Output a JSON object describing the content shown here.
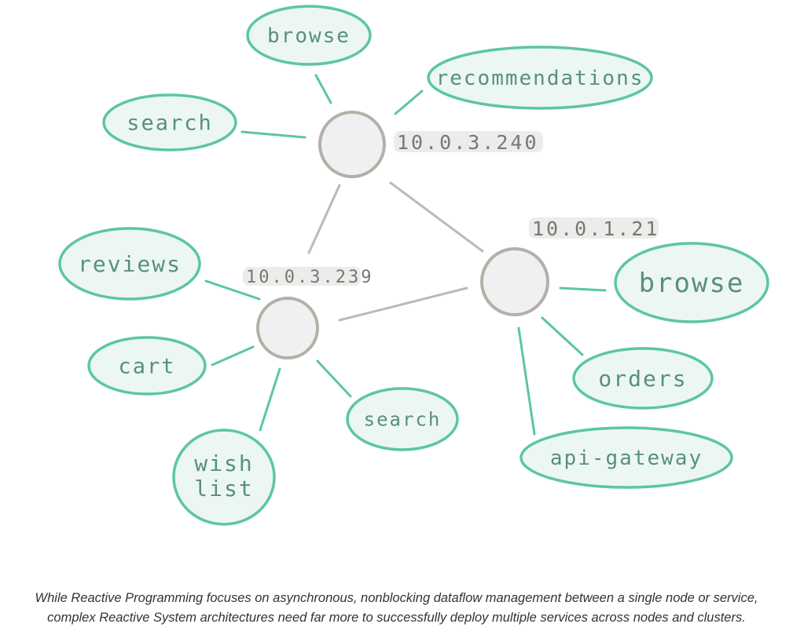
{
  "colors": {
    "service_stroke": "#5dc5a6",
    "service_fill": "#ecf7f3",
    "service_text": "#5a8f7d",
    "node_stroke": "#b4b0a8",
    "node_fill": "#f1f0f0",
    "link": "#bdbab4",
    "ip_text": "#7a7772",
    "ip_shadow": "#e7e6e4"
  },
  "nodes": [
    {
      "id": "n240",
      "ip": "10.0.3.240"
    },
    {
      "id": "n239",
      "ip": "10.0.3.239"
    },
    {
      "id": "n21",
      "ip": "10.0.1.21"
    }
  ],
  "node_links": [
    {
      "from": "n240",
      "to": "n239"
    },
    {
      "from": "n240",
      "to": "n21"
    },
    {
      "from": "n239",
      "to": "n21"
    }
  ],
  "services": [
    {
      "id": "browse-240",
      "label": "browse",
      "node": "n240"
    },
    {
      "id": "recommendations-240",
      "label": "recommendations",
      "node": "n240"
    },
    {
      "id": "search-240",
      "label": "search",
      "node": "n240"
    },
    {
      "id": "reviews-239",
      "label": "reviews",
      "node": "n239"
    },
    {
      "id": "cart-239",
      "label": "cart",
      "node": "n239"
    },
    {
      "id": "wishlist-239",
      "label": "wish list",
      "node": "n239"
    },
    {
      "id": "search-239",
      "label": "search",
      "node": "n239"
    },
    {
      "id": "browse-21",
      "label": "browse",
      "node": "n21"
    },
    {
      "id": "orders-21",
      "label": "orders",
      "node": "n21"
    },
    {
      "id": "apigateway-21",
      "label": "api-gateway",
      "node": "n21"
    }
  ],
  "caption": "While Reactive Programming focuses on asynchronous, nonblocking dataflow management between a single node or service, complex Reactive System architectures need far more to successfully deploy multiple services across nodes and clusters."
}
